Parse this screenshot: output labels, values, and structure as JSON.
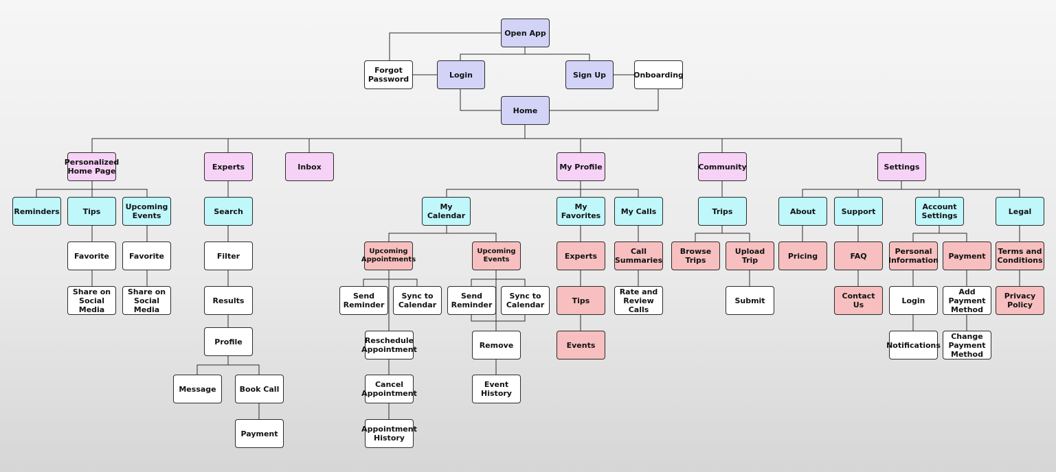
{
  "nodes": [
    {
      "id": "open-app",
      "label": "Open App",
      "color": "lavender"
    },
    {
      "id": "forgot-password",
      "label": "Forgot\nPassword",
      "color": "white"
    },
    {
      "id": "login",
      "label": "Login",
      "color": "lavender"
    },
    {
      "id": "sign-up",
      "label": "Sign Up",
      "color": "lavender"
    },
    {
      "id": "onboarding",
      "label": "Onboarding",
      "color": "white"
    },
    {
      "id": "home",
      "label": "Home",
      "color": "lavender"
    },
    {
      "id": "personalized-home-page",
      "label": "Personalized\nHome Page",
      "color": "pink"
    },
    {
      "id": "experts",
      "label": "Experts",
      "color": "pink"
    },
    {
      "id": "inbox",
      "label": "Inbox",
      "color": "pink"
    },
    {
      "id": "my-profile",
      "label": "My Profile",
      "color": "pink"
    },
    {
      "id": "community",
      "label": "Community",
      "color": "pink"
    },
    {
      "id": "settings",
      "label": "Settings",
      "color": "pink"
    },
    {
      "id": "reminders",
      "label": "Reminders",
      "color": "cyan"
    },
    {
      "id": "tips",
      "label": "Tips",
      "color": "cyan"
    },
    {
      "id": "upcoming-events",
      "label": "Upcoming\nEvents",
      "color": "cyan"
    },
    {
      "id": "tips-favorite",
      "label": "Favorite",
      "color": "white"
    },
    {
      "id": "tips-share",
      "label": "Share on\nSocial Media",
      "color": "white"
    },
    {
      "id": "events-favorite",
      "label": "Favorite",
      "color": "white"
    },
    {
      "id": "events-share",
      "label": "Share on\nSocial Media",
      "color": "white"
    },
    {
      "id": "search",
      "label": "Search",
      "color": "cyan"
    },
    {
      "id": "filter",
      "label": "Filter",
      "color": "white"
    },
    {
      "id": "results",
      "label": "Results",
      "color": "white"
    },
    {
      "id": "profile",
      "label": "Profile",
      "color": "white"
    },
    {
      "id": "message",
      "label": "Message",
      "color": "white"
    },
    {
      "id": "book-call",
      "label": "Book Call",
      "color": "white"
    },
    {
      "id": "book-payment",
      "label": "Payment",
      "color": "white"
    },
    {
      "id": "my-calendar",
      "label": "My Calendar",
      "color": "cyan"
    },
    {
      "id": "my-favorites",
      "label": "My Favorites",
      "color": "cyan"
    },
    {
      "id": "my-calls",
      "label": "My Calls",
      "color": "cyan"
    },
    {
      "id": "upcoming-appointments",
      "label": "Upcoming\nAppointments",
      "color": "red",
      "small": true
    },
    {
      "id": "cal-upcoming-events",
      "label": "Upcoming\nEvents",
      "color": "red",
      "small": true
    },
    {
      "id": "appt-send-reminder",
      "label": "Send\nReminder",
      "color": "white"
    },
    {
      "id": "appt-sync",
      "label": "Sync to\nCalendar",
      "color": "white"
    },
    {
      "id": "reschedule",
      "label": "Reschedule\nAppointment",
      "color": "white"
    },
    {
      "id": "cancel",
      "label": "Cancel\nAppointment",
      "color": "white"
    },
    {
      "id": "appt-history",
      "label": "Appointment\nHistory",
      "color": "white"
    },
    {
      "id": "ev-send-reminder",
      "label": "Send\nReminder",
      "color": "white"
    },
    {
      "id": "ev-sync",
      "label": "Sync to\nCalendar",
      "color": "white"
    },
    {
      "id": "remove",
      "label": "Remove",
      "color": "white"
    },
    {
      "id": "event-history",
      "label": "Event\nHistory",
      "color": "white"
    },
    {
      "id": "fav-experts",
      "label": "Experts",
      "color": "red"
    },
    {
      "id": "fav-tips",
      "label": "Tips",
      "color": "red"
    },
    {
      "id": "fav-events",
      "label": "Events",
      "color": "red"
    },
    {
      "id": "call-summaries",
      "label": "Call\nSummaries",
      "color": "red"
    },
    {
      "id": "rate-review",
      "label": "Rate and\nReview Calls",
      "color": "white"
    },
    {
      "id": "trips",
      "label": "Trips",
      "color": "cyan"
    },
    {
      "id": "browse-trips",
      "label": "Browse Trips",
      "color": "red"
    },
    {
      "id": "upload-trip",
      "label": "Upload Trip",
      "color": "red"
    },
    {
      "id": "submit",
      "label": "Submit",
      "color": "white"
    },
    {
      "id": "about",
      "label": "About",
      "color": "cyan"
    },
    {
      "id": "support",
      "label": "Support",
      "color": "cyan"
    },
    {
      "id": "account-settings",
      "label": "Account\nSettings",
      "color": "cyan"
    },
    {
      "id": "legal",
      "label": "Legal",
      "color": "cyan"
    },
    {
      "id": "pricing",
      "label": "Pricing",
      "color": "red"
    },
    {
      "id": "faq",
      "label": "FAQ",
      "color": "red"
    },
    {
      "id": "contact-us",
      "label": "Contact Us",
      "color": "red"
    },
    {
      "id": "personal-information",
      "label": "Personal\nInformation",
      "color": "red"
    },
    {
      "id": "acct-payment",
      "label": "Payment",
      "color": "red"
    },
    {
      "id": "acct-login",
      "label": "Login",
      "color": "white"
    },
    {
      "id": "notifications",
      "label": "Notifications",
      "color": "white"
    },
    {
      "id": "add-payment-method",
      "label": "Add Payment\nMethod",
      "color": "white"
    },
    {
      "id": "change-payment-method",
      "label": "Change\nPayment\nMethod",
      "color": "white"
    },
    {
      "id": "terms",
      "label": "Terms and\nConditions",
      "color": "red"
    },
    {
      "id": "privacy",
      "label": "Privacy\nPolicy",
      "color": "red"
    }
  ],
  "edges": [
    [
      "open-app",
      "forgot-password"
    ],
    [
      "open-app",
      "login"
    ],
    [
      "open-app",
      "sign-up"
    ],
    [
      "login",
      "home"
    ],
    [
      "onboarding",
      "home"
    ],
    [
      "forgot-password",
      "login"
    ],
    [
      "sign-up",
      "onboarding"
    ],
    [
      "home",
      "personalized-home-page"
    ],
    [
      "home",
      "experts"
    ],
    [
      "home",
      "inbox"
    ],
    [
      "home",
      "my-profile"
    ],
    [
      "home",
      "community"
    ],
    [
      "home",
      "settings"
    ],
    [
      "personalized-home-page",
      "reminders"
    ],
    [
      "personalized-home-page",
      "tips"
    ],
    [
      "personalized-home-page",
      "upcoming-events"
    ],
    [
      "tips",
      "tips-favorite"
    ],
    [
      "tips-favorite",
      "tips-share"
    ],
    [
      "upcoming-events",
      "events-favorite"
    ],
    [
      "events-favorite",
      "events-share"
    ],
    [
      "experts",
      "search"
    ],
    [
      "search",
      "filter"
    ],
    [
      "filter",
      "results"
    ],
    [
      "results",
      "profile"
    ],
    [
      "profile",
      "message"
    ],
    [
      "profile",
      "book-call"
    ],
    [
      "book-call",
      "book-payment"
    ],
    [
      "my-profile",
      "my-calendar"
    ],
    [
      "my-profile",
      "my-favorites"
    ],
    [
      "my-profile",
      "my-calls"
    ],
    [
      "my-calendar",
      "upcoming-appointments"
    ],
    [
      "my-calendar",
      "cal-upcoming-events"
    ],
    [
      "upcoming-appointments",
      "appt-send-reminder"
    ],
    [
      "upcoming-appointments",
      "appt-sync"
    ],
    [
      "upcoming-appointments",
      "reschedule"
    ],
    [
      "reschedule",
      "cancel"
    ],
    [
      "cancel",
      "appt-history"
    ],
    [
      "cal-upcoming-events",
      "ev-send-reminder"
    ],
    [
      "cal-upcoming-events",
      "ev-sync"
    ],
    [
      "cal-upcoming-events",
      "remove"
    ],
    [
      "remove",
      "event-history"
    ],
    [
      "my-favorites",
      "fav-experts"
    ],
    [
      "fav-experts",
      "fav-tips"
    ],
    [
      "fav-tips",
      "fav-events"
    ],
    [
      "my-calls",
      "call-summaries"
    ],
    [
      "call-summaries",
      "rate-review"
    ],
    [
      "community",
      "trips"
    ],
    [
      "trips",
      "browse-trips"
    ],
    [
      "trips",
      "upload-trip"
    ],
    [
      "upload-trip",
      "submit"
    ],
    [
      "settings",
      "about"
    ],
    [
      "settings",
      "support"
    ],
    [
      "settings",
      "account-settings"
    ],
    [
      "settings",
      "legal"
    ],
    [
      "about",
      "pricing"
    ],
    [
      "support",
      "faq"
    ],
    [
      "faq",
      "contact-us"
    ],
    [
      "account-settings",
      "personal-information"
    ],
    [
      "account-settings",
      "acct-payment"
    ],
    [
      "personal-information",
      "acct-login"
    ],
    [
      "acct-login",
      "notifications"
    ],
    [
      "acct-payment",
      "add-payment-method"
    ],
    [
      "add-payment-method",
      "change-payment-method"
    ],
    [
      "legal",
      "terms"
    ],
    [
      "terms",
      "privacy"
    ]
  ],
  "colors": {
    "white": "#ffffff",
    "lavender": "#d3d3f8",
    "pink": "#f6d2f6",
    "cyan": "#bff7fb",
    "red": "#f7bfbf",
    "line": "#2a2a2a"
  }
}
